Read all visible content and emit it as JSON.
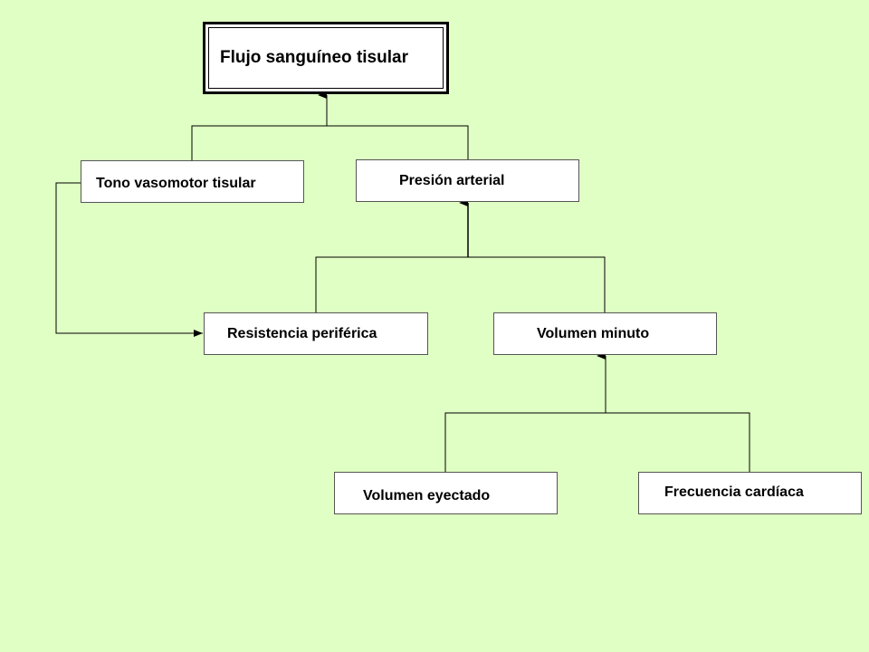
{
  "diagram": {
    "nodes": {
      "flujo": "Flujo sanguíneo tisular",
      "tono": "Tono vasomotor tisular",
      "presion": "Presión arterial",
      "resistencia": "Resistencia periférica",
      "volumen_minuto": "Volumen minuto",
      "volumen_eyectado": "Volumen eyectado",
      "frecuencia": "Frecuencia cardíaca"
    },
    "edges": [
      {
        "from": [
          "tono",
          "presion"
        ],
        "to": "flujo"
      },
      {
        "from": [
          "resistencia",
          "volumen_minuto"
        ],
        "to": "presion"
      },
      {
        "from": [
          "volumen_eyectado",
          "frecuencia"
        ],
        "to": "volumen_minuto"
      },
      {
        "from": [
          "tono"
        ],
        "to": "resistencia"
      }
    ],
    "colors": {
      "background": "#e0ffc4",
      "box_fill": "#ffffff",
      "line": "#000000"
    }
  }
}
